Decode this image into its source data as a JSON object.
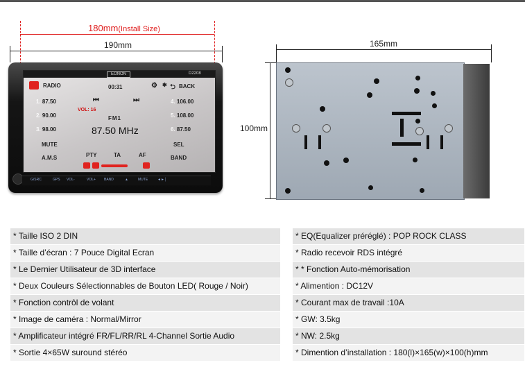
{
  "dimensions": {
    "install_label": "180mm",
    "install_suffix": "(Install Size)",
    "width_front": "190mm",
    "depth": "165mm",
    "height": "100mm"
  },
  "screen": {
    "brand": "EONON",
    "model": "D2208",
    "source_label": "RADIO",
    "time": "00:31",
    "back_label": "BACK",
    "volume": "VOL: 16",
    "band": "FM1",
    "frequency": "87.50 MHz",
    "presets_left": [
      {
        "num": "1.",
        "freq": "87.50"
      },
      {
        "num": "2.",
        "freq": "90.00"
      },
      {
        "num": "3.",
        "freq": "98.00"
      }
    ],
    "presets_right": [
      {
        "num": "4.",
        "freq": "106.00"
      },
      {
        "num": "5.",
        "freq": "108.00"
      },
      {
        "num": "6.",
        "freq": "87.50"
      }
    ],
    "buttons": {
      "mute": "MUTE",
      "sel": "SEL",
      "ams": "A.M.S",
      "pty": "PTY",
      "ta": "TA",
      "af": "AF",
      "band": "BAND"
    }
  },
  "front_buttons": [
    "G/SRC",
    "GPS",
    "VOL-",
    "VOL+",
    "BAND",
    "▲",
    "MUTE",
    "◄►│"
  ],
  "colors": {
    "accent_red": "#e02020",
    "screen_bg": "#cfcccd"
  },
  "specs": [
    [
      "* Taille ISO 2 DIN",
      "* EQ(Equalizer préréglé) : POP  ROCK  CLASS"
    ],
    [
      "* Taille d’écran : 7 Pouce Digital Ecran",
      "* Radio recevoir RDS intégré"
    ],
    [
      "* Le Dernier Utilisateur de 3D interface",
      "* * Fonction Auto-mémorisation"
    ],
    [
      "* Deux Couleurs Sélectionnables de Bouton LED( Rouge / Noir)",
      "* Alimention : DC12V"
    ],
    [
      "* Fonction contrôl de volant",
      "* Courant max de travail :10A"
    ],
    [
      "* Image de caméra : Normal/Mirror",
      "* GW: 3.5kg"
    ],
    [
      "* Amplificateur intégré FR/FL/RR/RL 4-Channel Sortie Audio",
      "* NW: 2.5kg"
    ],
    [
      "* Sortie 4×65W suround stéréo",
      "* Dimention d’installation : 180(l)×165(w)×100(h)mm"
    ]
  ]
}
